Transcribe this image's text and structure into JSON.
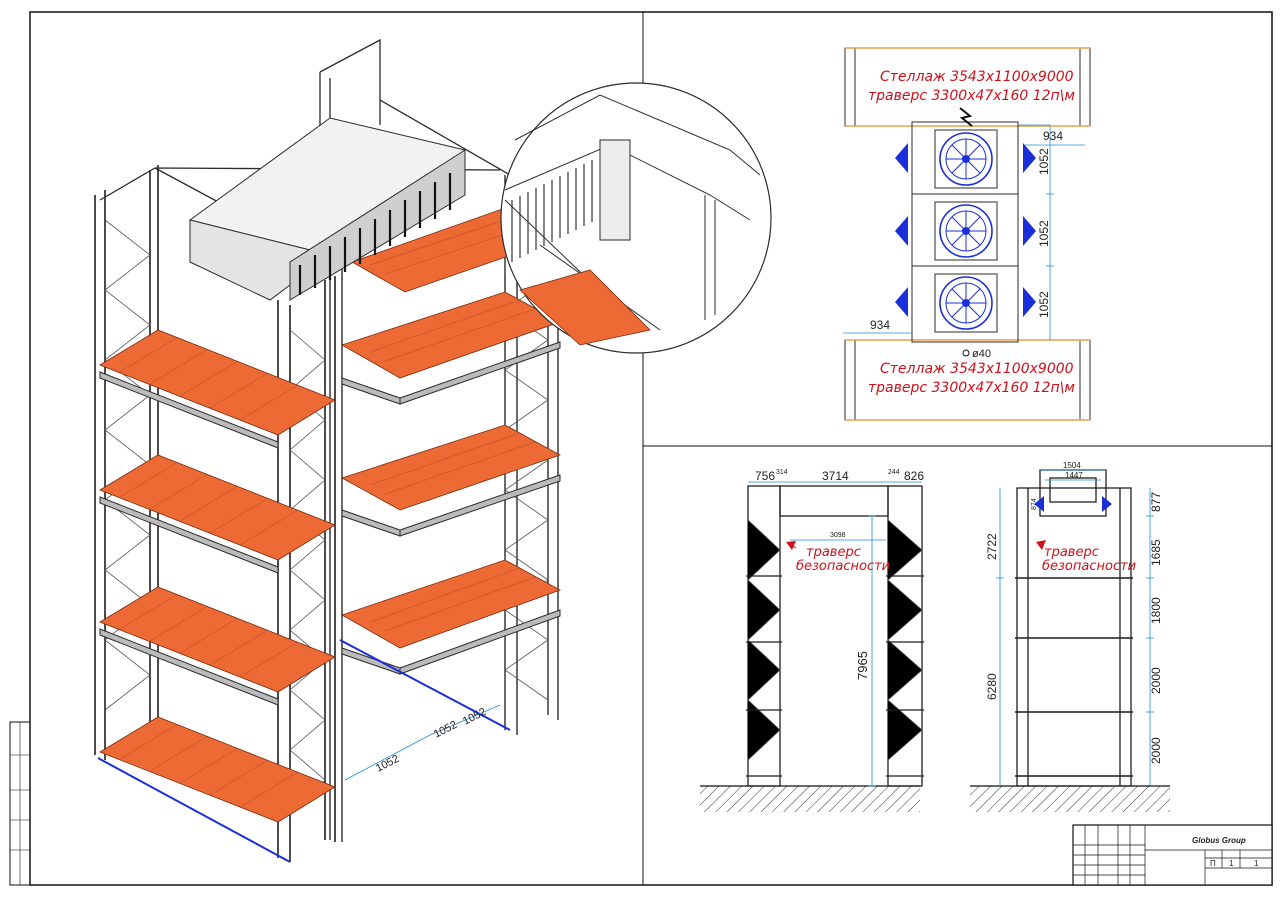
{
  "plan_view": {
    "rack_label_top_1": "Стеллаж 3543х1100х9000",
    "rack_label_top_2": "траверс 3300х47х160 12п\\м",
    "rack_label_bottom_1": "Стеллаж 3543х1100х9000",
    "rack_label_bottom_2": "траверс 3300х47х160 12п\\м",
    "dim_934_right": "934",
    "dim_934_left": "934",
    "dim_1052_a": "1052",
    "dim_1052_b": "1052",
    "dim_1052_c": "1052",
    "dim_d40": "ø40"
  },
  "isometric": {
    "dim_1052_a": "1052",
    "dim_1052_b": "1052",
    "dim_1052_c": "1052"
  },
  "front_view": {
    "dim_756": "756",
    "dim_3714": "3714",
    "dim_826": "826",
    "dim_314": "314",
    "dim_244": "244",
    "dim_3098": "3098",
    "dim_7965": "7965",
    "safety_label_1": "траверс",
    "safety_label_2": "безопасности"
  },
  "side_view": {
    "dim_1504": "1504",
    "dim_1447": "1447",
    "dim_874": "874",
    "dim_877": "877",
    "dim_2722": "2722",
    "dim_1685": "1685",
    "dim_1800": "1800",
    "dim_2000_a": "2000",
    "dim_2000_b": "2000",
    "dim_6280": "6280",
    "safety_label_1": "траверс",
    "safety_label_2": "безопасности"
  },
  "title_block": {
    "company": "Globus Group",
    "sheet_num": "1",
    "sheets_total": "1",
    "stage": "П"
  },
  "colors": {
    "pallet": "#ee6a35",
    "frame": "#2b2b2b",
    "fan": "#1a2fd8",
    "dim_line": "#1f8fd0",
    "label": "#d0101a"
  }
}
